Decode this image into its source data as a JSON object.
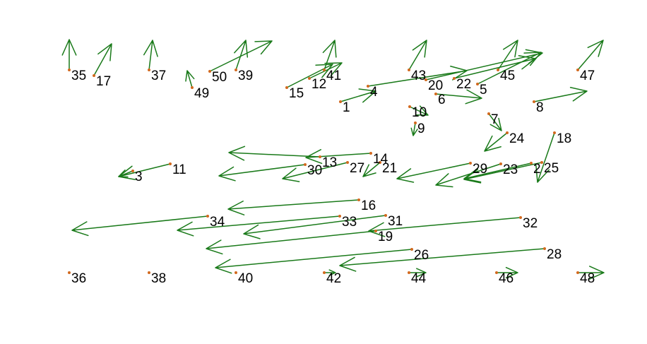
{
  "chart_data": {
    "type": "quiver",
    "title": "",
    "xlabel": "",
    "ylabel": "",
    "xlim": [
      0,
      916
    ],
    "ylim": [
      0,
      487
    ],
    "y_axis": "downward",
    "arrow_color": "#1a7a1a",
    "point_color": "#d2691e",
    "label_color": "#000000",
    "points": [
      {
        "id": "1",
        "x": 482,
        "y": 144,
        "dx": 50,
        "dy": -15
      },
      {
        "id": "2",
        "x": 752,
        "y": 231,
        "dx": -95,
        "dy": 22
      },
      {
        "id": "3",
        "x": 188,
        "y": 242,
        "dx": -20,
        "dy": 8
      },
      {
        "id": "4",
        "x": 521,
        "y": 122,
        "dx": 140,
        "dy": -22
      },
      {
        "id": "5",
        "x": 676,
        "y": 119,
        "dx": 90,
        "dy": -45
      },
      {
        "id": "6",
        "x": 617,
        "y": 133,
        "dx": 65,
        "dy": 6
      },
      {
        "id": "7",
        "x": 692,
        "y": 161,
        "dx": 18,
        "dy": 24
      },
      {
        "id": "8",
        "x": 756,
        "y": 144,
        "dx": 75,
        "dy": -15
      },
      {
        "id": "9",
        "x": 588,
        "y": 174,
        "dx": -3,
        "dy": 18
      },
      {
        "id": "10",
        "x": 580,
        "y": 151,
        "dx": 26,
        "dy": 12
      },
      {
        "id": "11",
        "x": 241,
        "y": 232,
        "dx": -73,
        "dy": 18
      },
      {
        "id": "12",
        "x": 438,
        "y": 111,
        "dx": 46,
        "dy": -22
      },
      {
        "id": "13",
        "x": 453,
        "y": 222,
        "dx": -129,
        "dy": -6
      },
      {
        "id": "14",
        "x": 525,
        "y": 217,
        "dx": -92,
        "dy": 6
      },
      {
        "id": "15",
        "x": 406,
        "y": 124,
        "dx": 65,
        "dy": -33
      },
      {
        "id": "16",
        "x": 508,
        "y": 283,
        "dx": -185,
        "dy": 13
      },
      {
        "id": "17",
        "x": 133,
        "y": 107,
        "dx": 25,
        "dy": -45
      },
      {
        "id": "18",
        "x": 785,
        "y": 188,
        "dx": -24,
        "dy": 70
      },
      {
        "id": "19",
        "x": 532,
        "y": 327,
        "dx": -240,
        "dy": 25
      },
      {
        "id": "20",
        "x": 603,
        "y": 113,
        "dx": 165,
        "dy": -38
      },
      {
        "id": "21",
        "x": 538,
        "y": 230,
        "dx": -24,
        "dy": 20
      },
      {
        "id": "22",
        "x": 643,
        "y": 111,
        "dx": 115,
        "dy": -28
      },
      {
        "id": "23",
        "x": 709,
        "y": 232,
        "dx": -92,
        "dy": 30
      },
      {
        "id": "24",
        "x": 718,
        "y": 188,
        "dx": -32,
        "dy": 26
      },
      {
        "id": "25",
        "x": 767,
        "y": 230,
        "dx": -110,
        "dy": 24
      },
      {
        "id": "26",
        "x": 583,
        "y": 353,
        "dx": -278,
        "dy": 26
      },
      {
        "id": "27",
        "x": 492,
        "y": 230,
        "dx": -92,
        "dy": 23
      },
      {
        "id": "28",
        "x": 771,
        "y": 352,
        "dx": -290,
        "dy": 24
      },
      {
        "id": "29",
        "x": 666,
        "y": 231,
        "dx": -104,
        "dy": 22
      },
      {
        "id": "30",
        "x": 432,
        "y": 233,
        "dx": -122,
        "dy": 16
      },
      {
        "id": "31",
        "x": 546,
        "y": 305,
        "dx": -201,
        "dy": 26
      },
      {
        "id": "32",
        "x": 737,
        "y": 308,
        "dx": -215,
        "dy": 19
      },
      {
        "id": "33",
        "x": 481,
        "y": 306,
        "dx": -230,
        "dy": 20
      },
      {
        "id": "34",
        "x": 294,
        "y": 306,
        "dx": -192,
        "dy": 20
      },
      {
        "id": "35",
        "x": 98,
        "y": 99,
        "dx": 0,
        "dy": -43
      },
      {
        "id": "36",
        "x": 98,
        "y": 386,
        "dx": 0,
        "dy": 0
      },
      {
        "id": "37",
        "x": 211,
        "y": 99,
        "dx": 5,
        "dy": -42
      },
      {
        "id": "38",
        "x": 211,
        "y": 386,
        "dx": 0,
        "dy": 0
      },
      {
        "id": "39",
        "x": 334,
        "y": 99,
        "dx": 14,
        "dy": -42
      },
      {
        "id": "40",
        "x": 334,
        "y": 386,
        "dx": 0,
        "dy": 0
      },
      {
        "id": "41",
        "x": 459,
        "y": 99,
        "dx": 15,
        "dy": -42
      },
      {
        "id": "42",
        "x": 459,
        "y": 386,
        "dx": 16,
        "dy": 0
      },
      {
        "id": "43",
        "x": 579,
        "y": 99,
        "dx": 25,
        "dy": -42
      },
      {
        "id": "44",
        "x": 579,
        "y": 386,
        "dx": 24,
        "dy": 0
      },
      {
        "id": "45",
        "x": 705,
        "y": 99,
        "dx": 28,
        "dy": -42
      },
      {
        "id": "46",
        "x": 703,
        "y": 386,
        "dx": 30,
        "dy": 0
      },
      {
        "id": "47",
        "x": 818,
        "y": 99,
        "dx": 36,
        "dy": -42
      },
      {
        "id": "48",
        "x": 818,
        "y": 386,
        "dx": 37,
        "dy": 0
      },
      {
        "id": "49",
        "x": 272,
        "y": 124,
        "dx": -7,
        "dy": -24
      },
      {
        "id": "50",
        "x": 297,
        "y": 101,
        "dx": 88,
        "dy": -43
      }
    ]
  }
}
